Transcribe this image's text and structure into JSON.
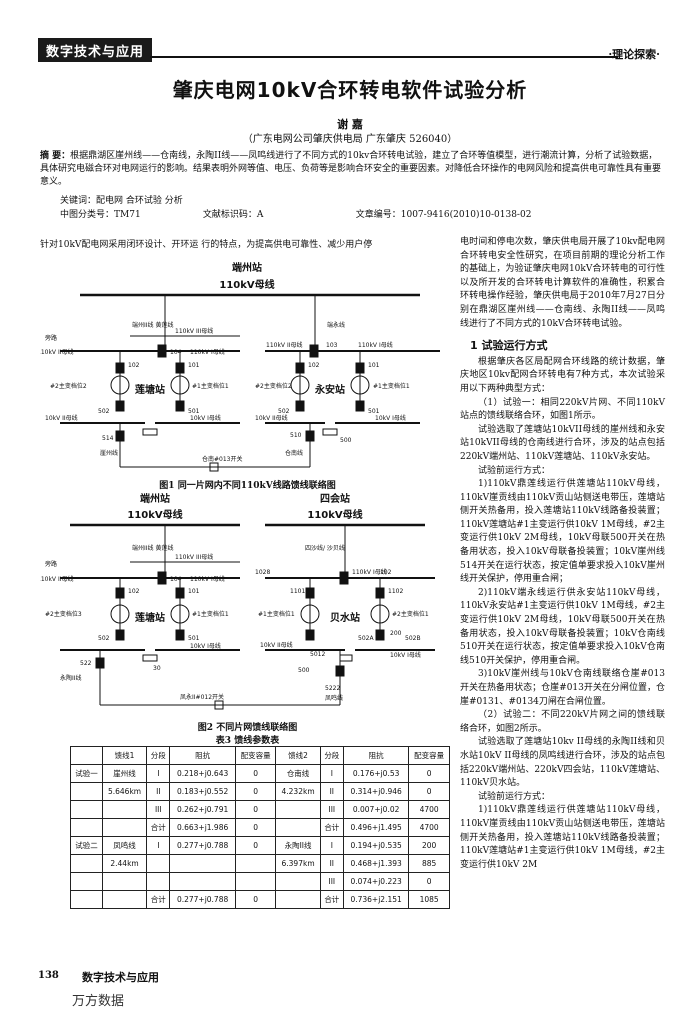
{
  "header": {
    "journal_tag": "数字技术与应用",
    "section_tag": "·理论探索·"
  },
  "title": "肇庆电网10kV合环转电软件试验分析",
  "author": "谢  嘉",
  "affiliation": "（广东电网公司肇庆供电局  广东肇庆  526040）",
  "abstract": {
    "label": "摘  要：",
    "text": "根据鼎湖区崖州线——仓南线，永陶II线——凤鸣线进行了不同方式的10kv合环转电试验，建立了合环等值模型，进行潮流计算，分析了试验数据，具体研究电磁合环对电网运行的影响。结果表明外网等值、电压、负荷等是影响合环安全的重要因素。对降低合环操作的电网风险和提高供电可靠性具有重要意义。"
  },
  "keywords": "关键词：配电网    合环试验    分析",
  "classification": {
    "clc": "中图分类号：TM71",
    "doc_code": "文献标识码：A",
    "article_no": "文章编号：1007-9416(2010)10-0138-02"
  },
  "intro_line": "针对10kV配电网采用闭环设计、开环运    行的特点，为提高供电可靠性、减少用户停",
  "fig1": {
    "station": "端州站",
    "bus": "110kV母线",
    "caption": "图1   同一片网内不同110kV线路馈线联络图",
    "substations": [
      "莲塘站",
      "永安站"
    ],
    "labels": [
      "旁路",
      "端州II线 黄莲线",
      "110kV III母线",
      "端永线",
      "110kV II母线",
      "104",
      "110kV I母线",
      "110kV II母线",
      "103",
      "110kV I母线",
      "102",
      "101",
      "102",
      "101",
      "#2主变档位2",
      "#1主变档位1",
      "#2主变档位2",
      "#1主变档位1",
      "502",
      "501",
      "502",
      "501",
      "10kV II母线",
      "10kV I母线",
      "10kV II母线",
      "10kV I母线",
      "514",
      "510",
      "500",
      "崖州线",
      "仓南线",
      "仓南#013开关"
    ]
  },
  "fig2": {
    "stations": [
      "端州站",
      "四会站"
    ],
    "buses": [
      "110kV母线",
      "110kV母线"
    ],
    "caption": "图2   不同片网馈线联络图",
    "substations": [
      "莲塘站",
      "贝水站"
    ],
    "labels": [
      "旁路",
      "端州II线 黄莲线",
      "110kV III母线",
      "四沙线/ 沙贝线",
      "110kV II母线",
      "104",
      "110kV I母线",
      "1028",
      "110kV I母线",
      "102",
      "101",
      "1101",
      "1102",
      "#2主变档位3",
      "#1主变档位1",
      "#1主变档位1",
      "#2主变档位1",
      "502",
      "501",
      "200",
      "10kV I母线",
      "10kV II母线",
      "522",
      "30",
      "500",
      "5012",
      "502A",
      "502B",
      "10kV I母线",
      "5222",
      "永陶II线",
      "凤鸣线",
      "凤永II#012开关"
    ]
  },
  "table": {
    "caption": "表3   馈线参数表",
    "headers": [
      "",
      "馈线1",
      "分段",
      "阻抗",
      "配变容量",
      "馈线2",
      "分段",
      "阻抗",
      "配变容量"
    ],
    "rows": [
      [
        "试验一",
        "崖州线",
        "I",
        "0.218+j0.643",
        "0",
        "仓南线",
        "I",
        "0.176+j0.53",
        "0"
      ],
      [
        "",
        "5.646km",
        "II",
        "0.183+j0.552",
        "0",
        "4.232km",
        "II",
        "0.314+j0.946",
        "0"
      ],
      [
        "",
        "",
        "III",
        "0.262+j0.791",
        "0",
        "",
        "III",
        "0.007+j0.02",
        "4700"
      ],
      [
        "",
        "",
        "合计",
        "0.663+j1.986",
        "0",
        "",
        "合计",
        "0.496+j1.495",
        "4700"
      ],
      [
        "试验二",
        "凤鸣线",
        "I",
        "0.277+j0.788",
        "0",
        "永陶II线",
        "I",
        "0.194+j0.535",
        "200"
      ],
      [
        "",
        "2.44km",
        "",
        "",
        "",
        "6.397km",
        "II",
        "0.468+j1.393",
        "885"
      ],
      [
        "",
        "",
        "",
        "",
        "",
        "",
        "III",
        "0.074+j0.223",
        "0"
      ],
      [
        "",
        "",
        "合计",
        "0.277+j0.788",
        "0",
        "",
        "合计",
        "0.736+j2.151",
        "1085"
      ]
    ]
  },
  "right_col": {
    "p1": "电时间和停电次数，肇庆供电局开展了10kv配电网合环转电安全性研究，在项目前期的理论分析工作的基础上，为验证肇庆电网10kV合环转电的可行性以及所开发的合环转电计算软件的准确性，积累合环转电操作经验，肇庆供电局于2010年7月27日分别在鼎湖区崖州线——仓南线、永陶II线——凤鸣线进行了不同方式的10kV合环转电试验。",
    "sec1": "1  试验运行方式",
    "p2": "根据肇庆各区局配网合环线路的统计数据，肇庆地区10kv配网合环转电有7种方式，本次试验采用以下两种典型方式：",
    "p3": "（1）试验一：相同220kV片网、不同110kV站点的馈线联络合环，如图1所示。",
    "p4": "试验选取了莲塘站10kVII母线的崖州线和永安站10kVII母线的仓南线进行合环，涉及的站点包括220kV端州站、110kV莲塘站、110kV永安站。",
    "p5": "试验前运行方式：",
    "p6": "1)110kV鼎莲线运行供莲塘站110kV母线，110kV崖贡线由110kV贡山站侧送电带压，莲塘站侧开关热备用，投入莲塘站110kV线路备投装置；110kV莲塘站#1主变运行供10kV  1M母线，#2主变运行供10kV  2M母线，10kV母联500开关在热备用状态，投入10kV母联备投装置；10kV崖州线514开关在运行状态，按定值单要求投入10kV崖州线开关保护，停用重合闸；",
    "p7": "2)110kV端永线运行供永安站110kV母线，110kV永安站#1主变运行供10kV 1M母线，#2主变运行供10kV 2M母线，10kV母联500开关在热备用状态，投入10kV母联备投装置；10kV仓南线510开关在运行状态，按定值单要求投入10kV仓南线510开关保护，停用重合闸。",
    "p8": "3)10kV崖州线与10kV仓南线联络仓崖#013开关在热备用状态；仓崖#013开关在分闸位置，仓崖#0131、#0134刀闸在合闸位置。",
    "p9": "（2）试验二：不同220kV片网之间的馈线联络合环，如图2所示。",
    "p10": "试验选取了莲塘站10kv II母线的永陶II线和贝水站10kV II母线的凤鸣线进行合环，涉及的站点包括220kV端州站、220kV四会站，110kV莲塘站、110kV贝水站。",
    "p11": "试验前运行方式：",
    "p12": "1)110kV鼎莲线运行供莲塘站110kV母线，110kV崖贡线由110kV贡山站侧送电带压，莲塘站侧开关热备用，投入莲塘站110kV线路备投装置；110kV莲塘站#1主变运行供10kV  1M母线，#2主变运行供10kV  2M"
  },
  "footer": {
    "page": "138",
    "journal": "数字技术与应用",
    "watermark": "万方数据"
  }
}
